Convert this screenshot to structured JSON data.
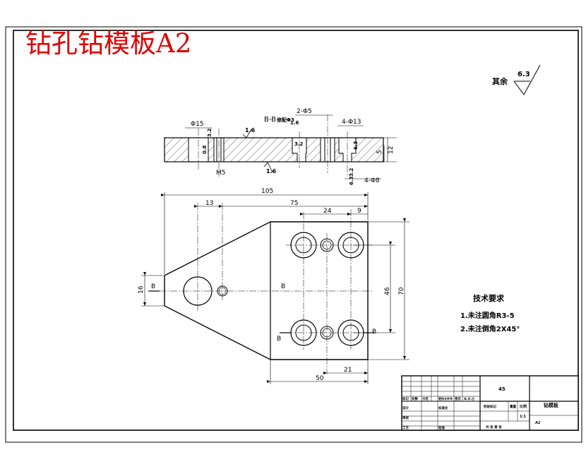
{
  "title": "钻孔钻模板A2",
  "surface_finish": {
    "label": "其余",
    "value": "6.3"
  },
  "section": {
    "label": "B-B",
    "dims": {
      "d15": "Φ15",
      "d5": "2-Φ5",
      "d13": "4-Φ13",
      "d8": "4-Φ8",
      "m5": "M5",
      "t5": "5",
      "t12": "12"
    },
    "roughness": {
      "r1": "1.6",
      "r2": "1.6",
      "r3": "1.6",
      "r4": "3.2",
      "r5": "0.8",
      "r6": "3.2",
      "r7": "6.3",
      "r8": "3.2",
      "r9": "6.3"
    },
    "note": "修配Φ3"
  },
  "plan": {
    "dims": {
      "overall": "105",
      "d13": "13",
      "d75": "75",
      "d24": "24",
      "d9": "9",
      "d16": "16",
      "d46": "46",
      "d70": "70",
      "d21": "21",
      "d50": "50"
    },
    "marks": {
      "b1": "B",
      "b2": "B",
      "b3": "B",
      "b4": "B"
    }
  },
  "tech_req": {
    "heading": "技术要求",
    "items": [
      "1.未注圆角R3-5",
      "2.未注倒角2X45°"
    ]
  },
  "title_block": {
    "material": "45",
    "part_name": "钻模板",
    "scale_label": "比例",
    "scale_value": "1:1",
    "row_header": [
      "标记",
      "处数",
      "分区",
      "更改文件号",
      "签名",
      "年.月.日"
    ],
    "design": "设计",
    "std": "标准化",
    "check": "审核",
    "process": "工艺",
    "approve": "批准",
    "weight": "重量",
    "stage": "阶段标记",
    "sheets": "共 张 第 张",
    "no": "A2"
  }
}
